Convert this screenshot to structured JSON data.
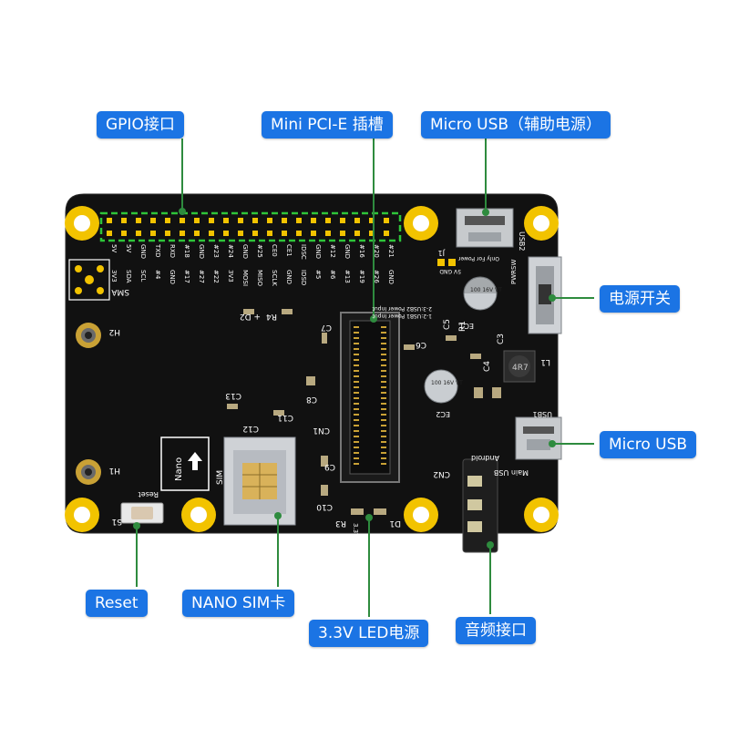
{
  "colors": {
    "label_bg": "#1b74e4",
    "label_text": "#ffffff",
    "leader_line": "#2e8b3e",
    "pcb": "#111111",
    "mounting_pad": "#f2c300",
    "gpio_highlight": "#2ec43a"
  },
  "callouts": {
    "gpio": "GPIO接口",
    "pcie": "Mini PCI-E 插槽",
    "usb_aux": "Micro USB（辅助电源）",
    "power_switch": "电源开关",
    "micro_usb": "Micro USB",
    "reset": "Reset",
    "nano_sim": "NANO SIM卡",
    "led": "3.3V LED电源",
    "audio": "音频接口"
  },
  "silkscreen": {
    "gpio_pins": [
      "5V",
      "5V",
      "GND",
      "TXD",
      "RXD",
      "#18",
      "GND",
      "#23",
      "#24",
      "GND",
      "#25",
      "CE0",
      "CE1",
      "IDSC",
      "GND",
      "#12",
      "GND",
      "#16",
      "#20",
      "#21"
    ],
    "gpio_pins_bottom": [
      "3V3",
      "SDA",
      "SCL",
      "#4",
      "GND",
      "#17",
      "#27",
      "#22",
      "3V3",
      "MOSI",
      "MISO",
      "SCLK",
      "GND",
      "IDSD",
      "#5",
      "#6",
      "#13",
      "#19",
      "#26",
      "GND"
    ],
    "sma": "SMA",
    "h2": "H2",
    "h1": "H1",
    "s1": "S1",
    "reset": "Reset",
    "nano": "Nano",
    "sim": "SIM",
    "cn1": "CN1",
    "cn2": "CN2",
    "c13": "C13",
    "c12": "C12",
    "c11": "C11",
    "c10": "C10",
    "c9": "C9",
    "c8": "C8",
    "c7": "C7",
    "c6": "C6",
    "c5": "C5",
    "c4": "C4",
    "c3": "C3",
    "r1": "R1",
    "r3": "R3",
    "r4": "R4",
    "d1": "D1",
    "d2": "+ D2",
    "ec1": "EC1",
    "ec2": "EC2",
    "l1": "L1",
    "j1": "J1",
    "usb1": "USB1",
    "usb2": "USB2",
    "pwrsw": "PWRSW",
    "android": "Android",
    "main_usb": "Main USB",
    "power_33": "3.3V Power",
    "only_for_power": "Only For Power",
    "gnd_5v": "5V GND",
    "usb_power_input": "1-2:USB1 Power Input",
    "usb2_power_input": "2-3:USB2 Power Input",
    "cap_100_16": "100 16V VT",
    "cap_100_6": "100 16V VT",
    "inductor": "4R7"
  }
}
